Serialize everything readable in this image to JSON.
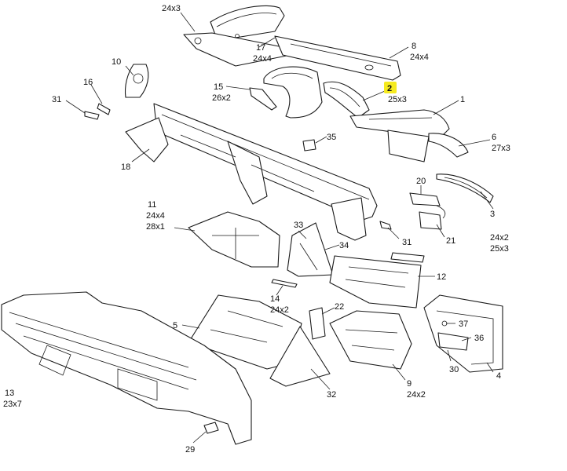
{
  "callouts": {
    "p1": {
      "num": "1"
    },
    "p2": {
      "num": "2",
      "qty": "25x3"
    },
    "p3": {
      "num": "3",
      "qty1": "24x2",
      "qty2": "25x3"
    },
    "p4": {
      "num": "4"
    },
    "p5": {
      "num": "5"
    },
    "p6": {
      "num": "6",
      "qty": "27x3"
    },
    "p8": {
      "num": "8",
      "qty": "24x4"
    },
    "p9": {
      "num": "9",
      "qty": "24x2"
    },
    "p10": {
      "num": "10"
    },
    "p11": {
      "num": "11",
      "qty1": "24x4",
      "qty2": "28x1"
    },
    "p12": {
      "num": "12"
    },
    "p13": {
      "num": "13",
      "qty": "23x7"
    },
    "p14": {
      "num": "14",
      "qty": "24x2"
    },
    "p15": {
      "num": "15",
      "qty": "26x2"
    },
    "p16": {
      "num": "16"
    },
    "p17": {
      "num": "17",
      "qty": "24x4"
    },
    "p18": {
      "num": "18"
    },
    "p20": {
      "num": "20"
    },
    "p21": {
      "num": "21"
    },
    "p22": {
      "num": "22"
    },
    "p29": {
      "num": "29"
    },
    "p30": {
      "num": "30"
    },
    "p31a": {
      "num": "31"
    },
    "p31b": {
      "num": "31"
    },
    "p32": {
      "num": "32"
    },
    "p33": {
      "num": "33"
    },
    "p34": {
      "num": "34"
    },
    "p35": {
      "num": "35"
    },
    "p36": {
      "num": "36"
    },
    "p37": {
      "num": "37"
    },
    "top": {
      "qty": "24x3"
    }
  },
  "highlight": {
    "part": "2",
    "color": "#f5ea1f"
  }
}
